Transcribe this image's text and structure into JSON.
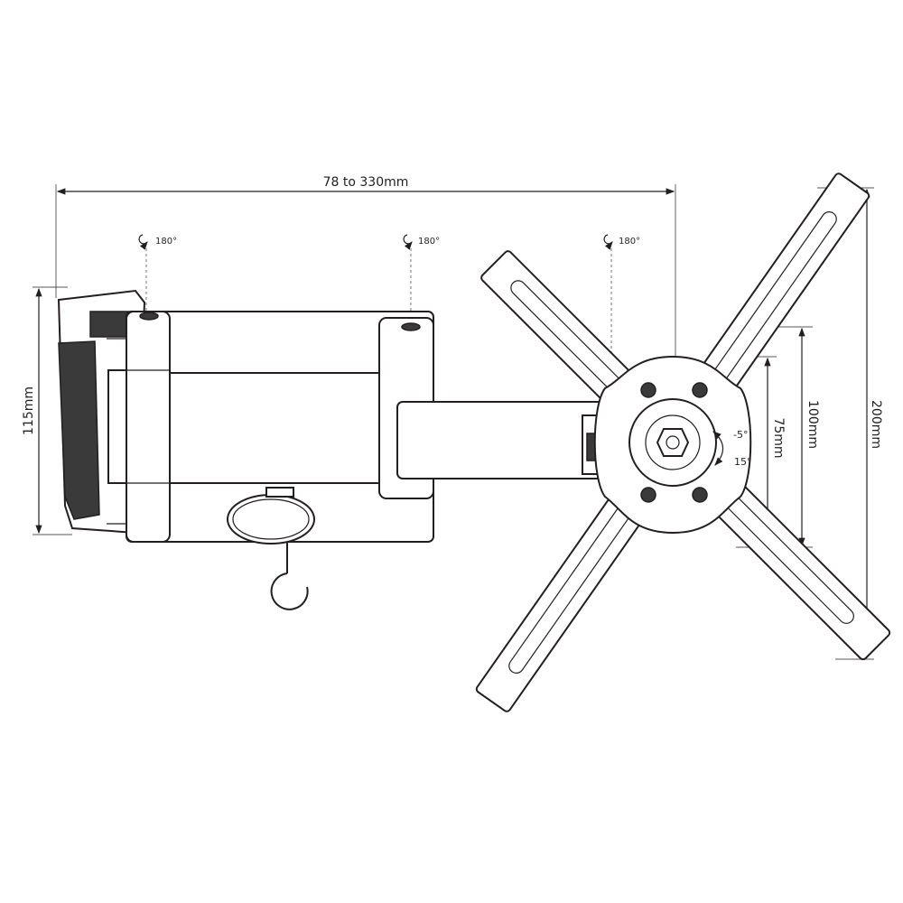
{
  "dimensions": {
    "reach": "78 to 330mm",
    "plate_height": "115mm",
    "vesa_small": "75mm",
    "vesa_medium": "100mm",
    "vesa_max": "200mm"
  },
  "rotations": {
    "wall_joint": "180°",
    "middle_joint": "180°",
    "head_joint": "180°"
  },
  "tilt": {
    "up": "-5°",
    "down": "15°"
  }
}
